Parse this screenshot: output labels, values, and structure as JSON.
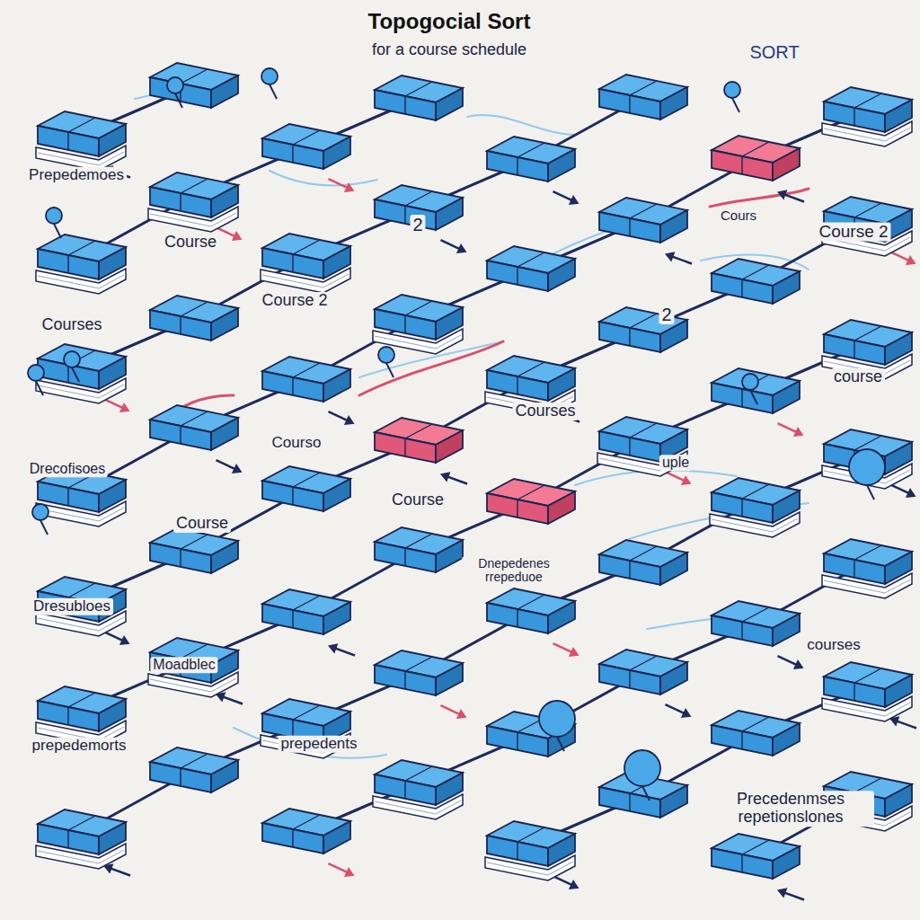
{
  "diagram": {
    "title": "Topogocial Sort",
    "labels": [
      "for a course schedule",
      "SORT",
      "Prepedemoes",
      "Course",
      "2",
      "Cours",
      "Course 2",
      "Course 2",
      "2",
      "Courses",
      "course",
      "Courses",
      "Courso",
      "Drecofisoes",
      "uple",
      "Course",
      "Course",
      "Dnepedenes rrepeduoe",
      "Dresubloes",
      "Moadblec",
      "prepedemorts",
      "prepedents",
      "courses",
      "Precedenmses repetionslones"
    ]
  }
}
